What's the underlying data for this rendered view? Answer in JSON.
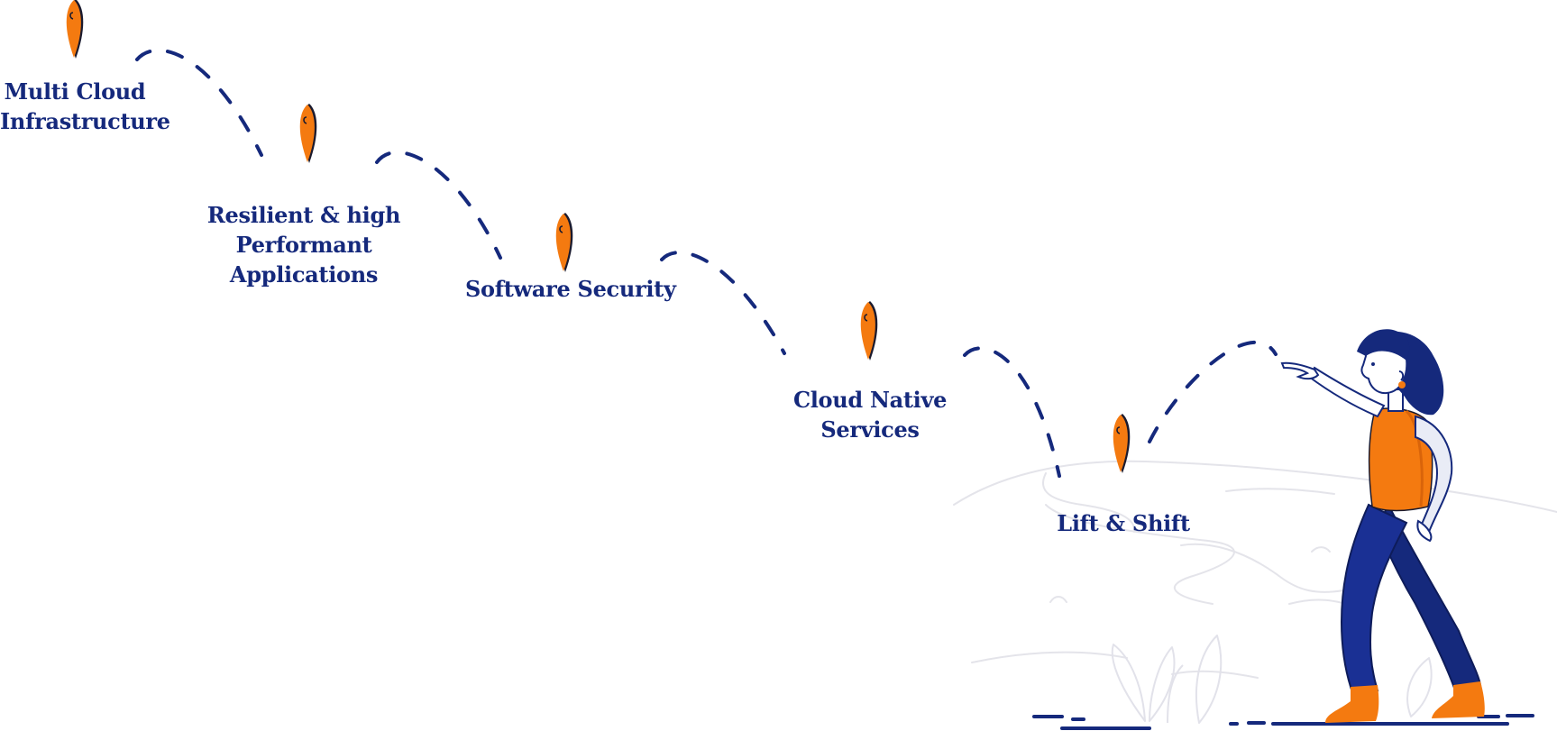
{
  "steps": [
    {
      "lines": [
        "Multi Cloud",
        "Infrastructure"
      ]
    },
    {
      "lines": [
        "Resilient & high",
        "Performant",
        "Applications"
      ]
    },
    {
      "lines": [
        "Software Security"
      ]
    },
    {
      "lines": [
        "Cloud Native",
        "Services"
      ]
    },
    {
      "lines": [
        "Lift & Shift"
      ]
    }
  ],
  "icons": {
    "marker": "location-pin-icon",
    "illustration": "woman-pointing-illustration"
  },
  "colors": {
    "text": "#15297c",
    "path": "#15297c",
    "marker": "#f47a10",
    "outline": "#1a1a2e",
    "background_art": "#e4e4ea"
  }
}
